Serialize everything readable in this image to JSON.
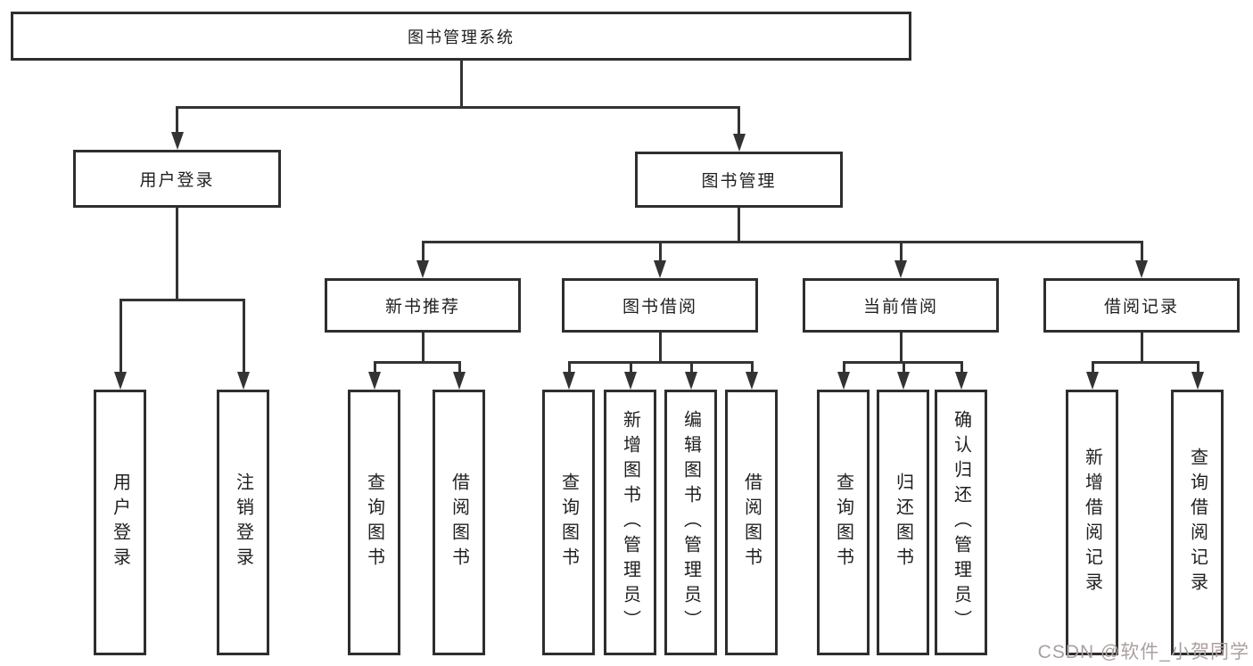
{
  "root": {
    "label": "图书管理系统"
  },
  "branches": [
    {
      "label": "用户登录",
      "leaves": [
        {
          "label": "用户登录"
        },
        {
          "label": "注销登录"
        }
      ]
    },
    {
      "label": "图书管理",
      "sections": [
        {
          "label": "新书推荐",
          "leaves": [
            {
              "label": "查询图书"
            },
            {
              "label": "借阅图书"
            }
          ]
        },
        {
          "label": "图书借阅",
          "leaves": [
            {
              "label": "查询图书"
            },
            {
              "label": "新增图书（管理员）"
            },
            {
              "label": "编辑图书（管理员）"
            },
            {
              "label": "借阅图书"
            }
          ]
        },
        {
          "label": "当前借阅",
          "leaves": [
            {
              "label": "查询图书"
            },
            {
              "label": "归还图书"
            },
            {
              "label": "确认归还（管理员）"
            }
          ]
        },
        {
          "label": "借阅记录",
          "leaves": [
            {
              "label": "新增借阅记录"
            },
            {
              "label": "查询借阅记录"
            }
          ]
        }
      ]
    }
  ],
  "watermark": {
    "text": "CSDN @软件_小贺同学"
  },
  "colors": {
    "line": "#333333",
    "box_border": "#2e2e2e",
    "text": "#1f1f1f",
    "watermark": "#ab9f9f",
    "background": "#ffffff"
  }
}
